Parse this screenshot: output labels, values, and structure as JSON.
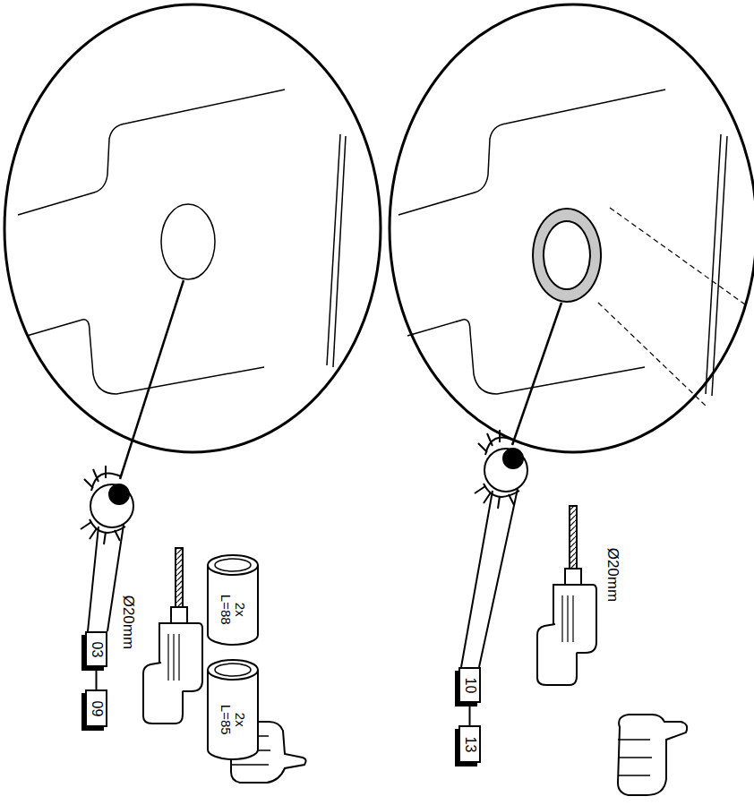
{
  "diagram": {
    "nodes": [
      {
        "text": [
          "03"
        ]
      },
      {
        "text": [
          "09"
        ]
      },
      {
        "text": [
          "2x L=88"
        ]
      },
      {
        "text": [
          "2x L=85"
        ]
      },
      {
        "text": [
          "10"
        ]
      },
      {
        "text": [
          "13"
        ]
      }
    ],
    "edges": [
      {
        "from": 0,
        "to": 1,
        "arrow": "none"
      },
      {
        "from": 4,
        "to": 5,
        "arrow": "none"
      }
    ],
    "labels": [
      "Ø20mm",
      "Ø20mm"
    ]
  }
}
